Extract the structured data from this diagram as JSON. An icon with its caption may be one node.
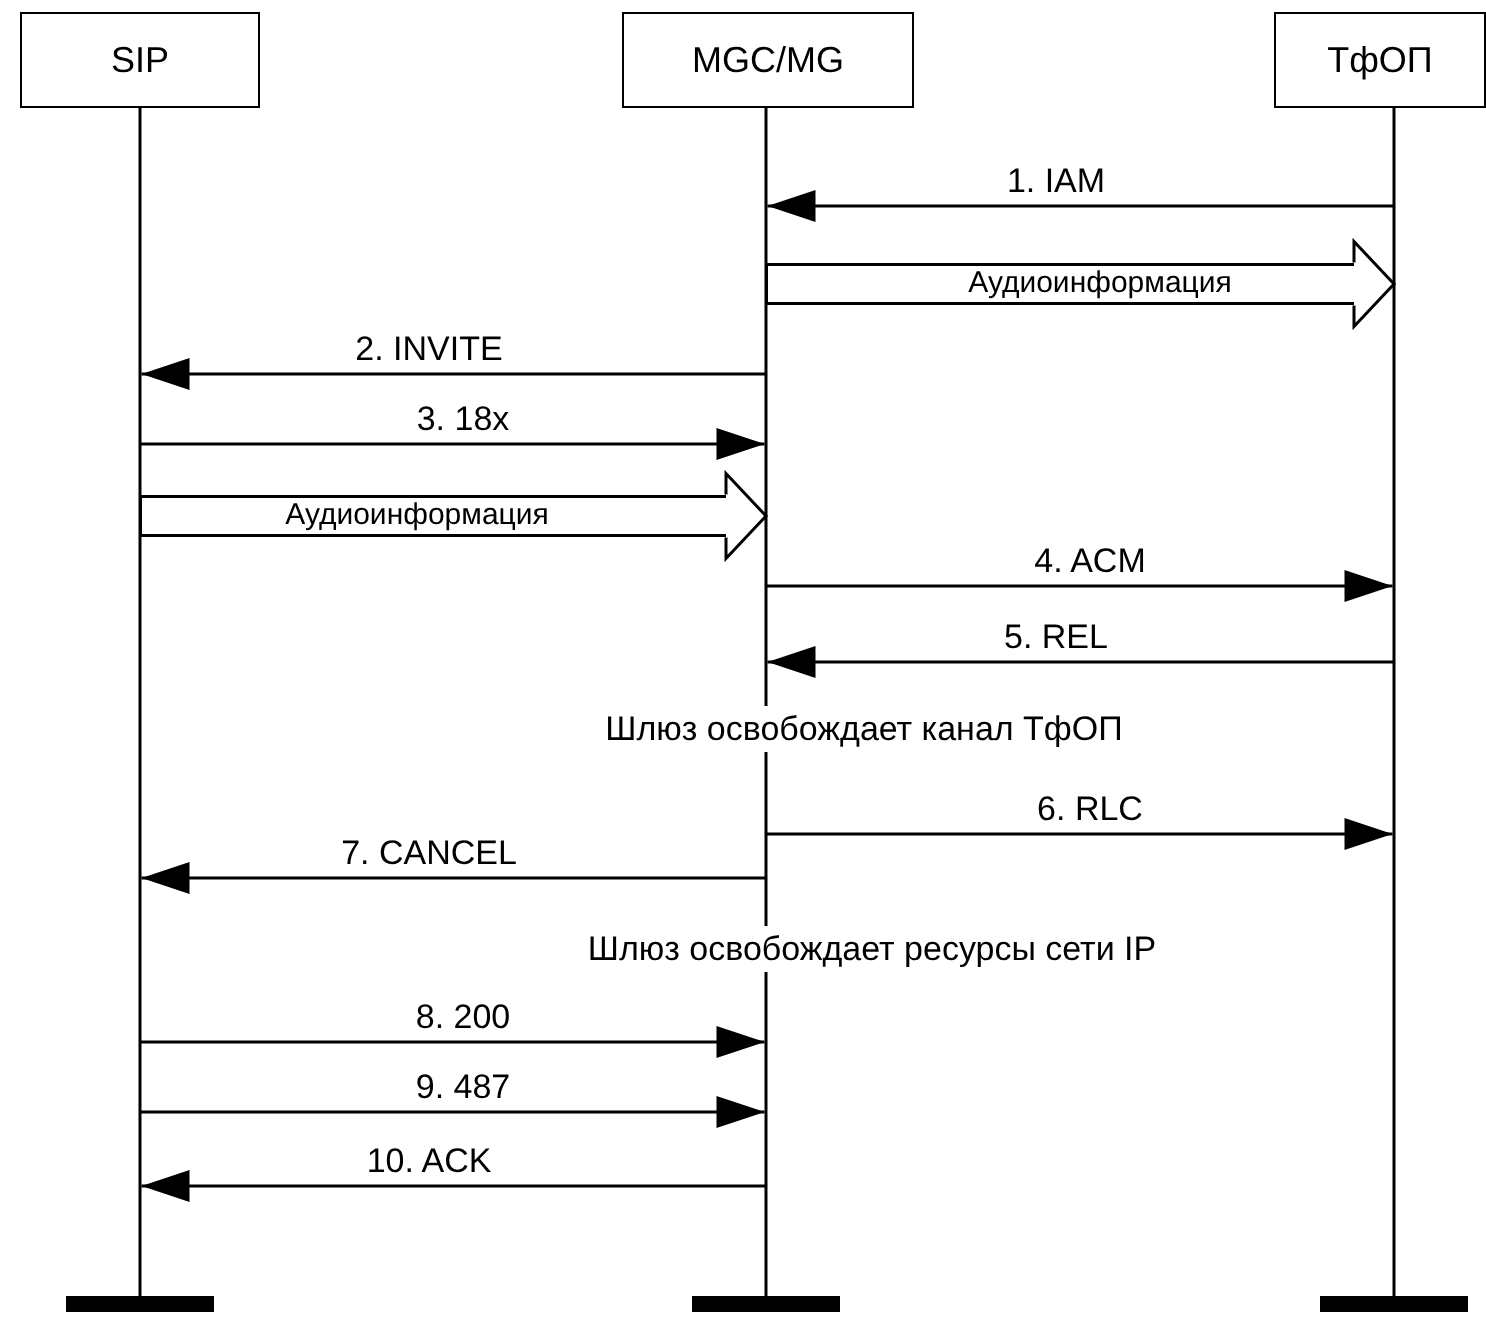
{
  "diagram": {
    "nodes": [
      {
        "text": [
          "SIP"
        ]
      },
      {
        "text": [
          "MGC/MG"
        ]
      },
      {
        "text": [
          "ТфОП"
        ]
      }
    ],
    "edges": [
      {
        "from": 2,
        "to": 1,
        "arrow": "to",
        "label": "1. IAM"
      },
      {
        "from": 1,
        "to": 2,
        "arrow": "to",
        "label": "Аудиоинформация",
        "style": "thick"
      },
      {
        "from": 1,
        "to": 0,
        "arrow": "to",
        "label": "2. INVITE"
      },
      {
        "from": 0,
        "to": 1,
        "arrow": "to",
        "label": "3. 18x"
      },
      {
        "from": 0,
        "to": 1,
        "arrow": "to",
        "label": "Аудиоинформация",
        "style": "thick"
      },
      {
        "from": 1,
        "to": 2,
        "arrow": "to",
        "label": "4. ACM"
      },
      {
        "from": 2,
        "to": 1,
        "arrow": "to",
        "label": "5. REL"
      },
      {
        "from": 1,
        "to": 2,
        "arrow": "to",
        "label": "6. RLC"
      },
      {
        "from": 1,
        "to": 0,
        "arrow": "to",
        "label": "7. CANCEL"
      },
      {
        "from": 0,
        "to": 1,
        "arrow": "to",
        "label": "8. 200"
      },
      {
        "from": 0,
        "to": 1,
        "arrow": "to",
        "label": "9. 487"
      },
      {
        "from": 1,
        "to": 0,
        "arrow": "to",
        "label": "10. ACK"
      }
    ],
    "labels": [
      "Шлюз освобождает канал ТфОП",
      "Шлюз освобождает ресурсы сети IP"
    ]
  }
}
